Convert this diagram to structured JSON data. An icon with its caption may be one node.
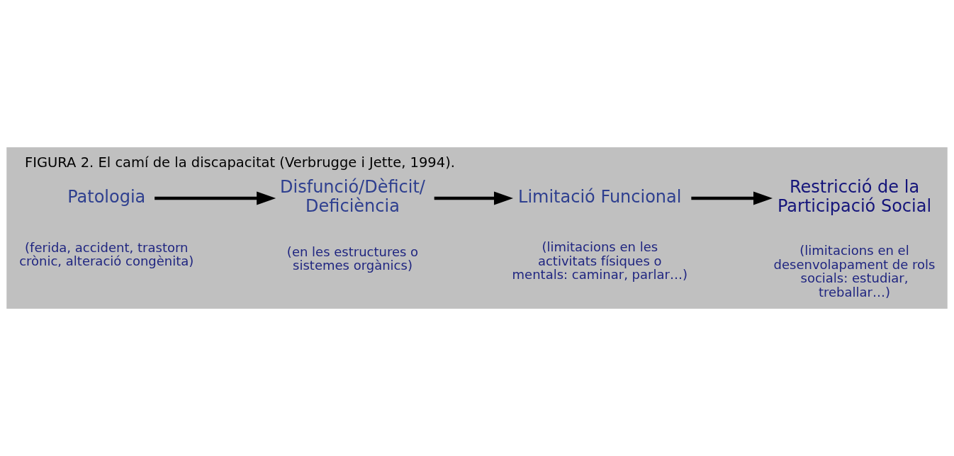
{
  "diagram": {
    "title": "FIGURA 2. El camí de la discapacitat (Verbrugge i Jette, 1994).",
    "nodes": [
      {
        "text": [
          "Patologia"
        ],
        "beside": [
          "(ferida, accident, trastorn crònic, alteració congènita)"
        ]
      },
      {
        "text": [
          "Disfunció/Dèficit/ Deficiència"
        ],
        "beside": [
          "(en les estructures o sistemes orgànics)"
        ]
      },
      {
        "text": [
          "Limitació Funcional"
        ],
        "beside": [
          "(limitacions en les activitats físiques o mentals: caminar, parlar…)"
        ]
      },
      {
        "text": [
          "Restricció de la Participació Social"
        ],
        "beside": [
          "(limitacions en el desenvolapament de rols socials: estudiar, treballar…)"
        ]
      }
    ],
    "edges": [
      {
        "from": 0,
        "to": 1,
        "arrow": "to"
      },
      {
        "from": 1,
        "to": 2,
        "arrow": "to"
      },
      {
        "from": 2,
        "to": 3,
        "arrow": "to"
      }
    ]
  }
}
